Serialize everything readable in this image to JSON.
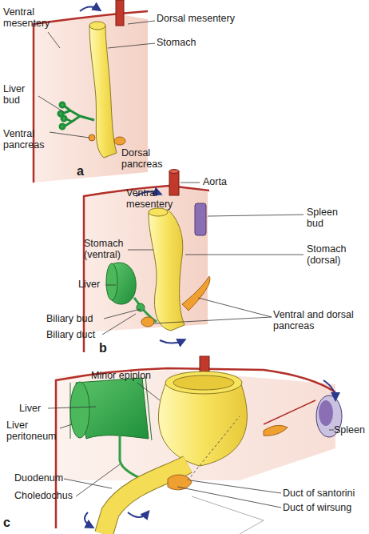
{
  "diagram": {
    "labels": [
      "Ventral mesentery",
      "Dorsal mesentery",
      "Stomach",
      "Liver bud",
      "Ventral pancreas",
      "Dorsal pancreas",
      "a",
      "Aorta",
      "Ventral mesentery",
      "Spleen bud",
      "Stomach (ventral)",
      "Stomach (dorsal)",
      "Liver",
      "Biliary bud",
      "Biliary duct",
      "Ventral and dorsal pancreas",
      "b",
      "Minor epiplon",
      "Liver",
      "Liver peritoneum",
      "Spleen",
      "Duodenum",
      "Choledochus",
      "Duct of santorini",
      "Duct of wirsung",
      "c"
    ]
  }
}
